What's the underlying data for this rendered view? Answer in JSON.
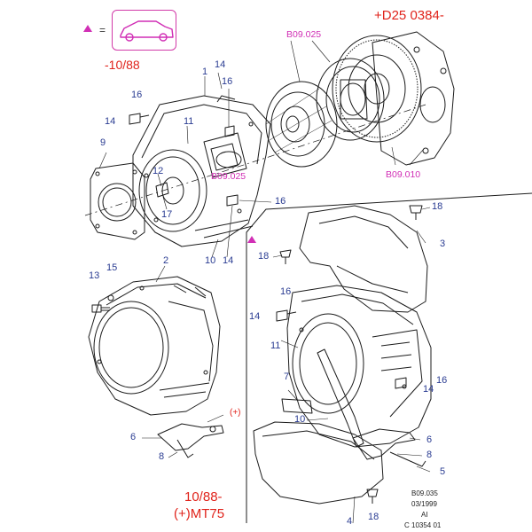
{
  "header": {
    "equals_sign": "=",
    "code_top_right": "+D25 0384-",
    "date_top_left": "-10/88"
  },
  "refs": {
    "b09_025_top": "B09.025",
    "b09_025_mid": "B09.025",
    "b09_010": "B09.010"
  },
  "part_numbers": {
    "n1": "1",
    "n2": "2",
    "n3": "3",
    "n4": "4",
    "n5": "5",
    "n6a": "6",
    "n6b": "6",
    "n7": "7",
    "n8a": "8",
    "n8b": "8",
    "n9": "9",
    "n10a": "10",
    "n10b": "10",
    "n11a": "11",
    "n11b": "11",
    "n12": "12",
    "n13": "13",
    "n14a": "14",
    "n14b": "14",
    "n14c": "14",
    "n14d": "14",
    "n14e": "14",
    "n15": "15",
    "n16a": "16",
    "n16b": "16",
    "n16c": "16",
    "n16d": "16",
    "n16e": "16",
    "n17": "17",
    "n18a": "18",
    "n18b": "18",
    "n18c": "18"
  },
  "notes": {
    "plus_marker": "(+)",
    "date_bottom": "10/88-",
    "model_bottom": "(+)MT75"
  },
  "footer": {
    "line1": "B09.035",
    "line2": "03/1999",
    "line3": "AI",
    "line4": "C 10354 01"
  },
  "colors": {
    "part_number": "#2a3c92",
    "red_note": "#e0231b",
    "magenta_ref": "#d12fb5",
    "line_art": "#1c1c1c"
  },
  "icons": [
    "triangle-marker-icon",
    "car-sedan-icon"
  ]
}
